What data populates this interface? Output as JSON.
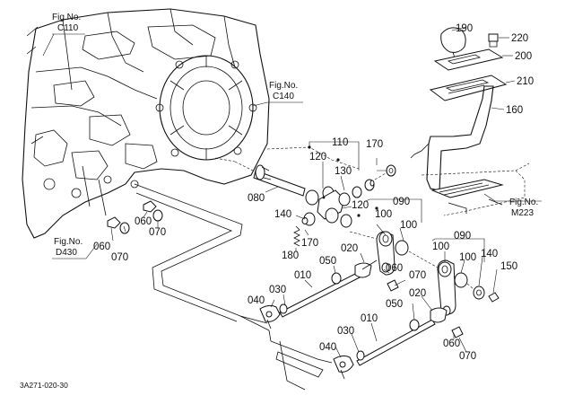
{
  "fig_refs": {
    "c110": {
      "line1": "Fig.No.",
      "line2": "C110"
    },
    "c140": {
      "line1": "Fig.No.",
      "line2": "C140"
    },
    "d430": {
      "line1": "Fig.No.",
      "line2": "D430"
    },
    "m223": {
      "line1": "Fig.No.",
      "line2": "M223"
    }
  },
  "parts": {
    "p190": "190",
    "p220": "220",
    "p200": "200",
    "p210": "210",
    "p160": "160",
    "p110": "110",
    "p170a": "170",
    "p120a": "120",
    "p130": "130",
    "p080": "080",
    "p120b": "120",
    "p140a": "140",
    "p090a": "090",
    "p100a": "100",
    "p100b": "100",
    "p170b": "170",
    "p180": "180",
    "p060a": "060",
    "p070a": "070",
    "p060b": "060",
    "p070b": "070",
    "p020a": "020",
    "p050a": "050",
    "p060c": "060",
    "p070c": "070",
    "p010a": "010",
    "p040a": "040",
    "p030a": "030",
    "p100c": "100",
    "p090b": "090",
    "p100d": "100",
    "p140b": "140",
    "p150": "150",
    "p020b": "020",
    "p050b": "050",
    "p010b": "010",
    "p060d": "060",
    "p070d": "070",
    "p030b": "030",
    "p040b": "040"
  },
  "drawing_code": "3A271-020-30"
}
